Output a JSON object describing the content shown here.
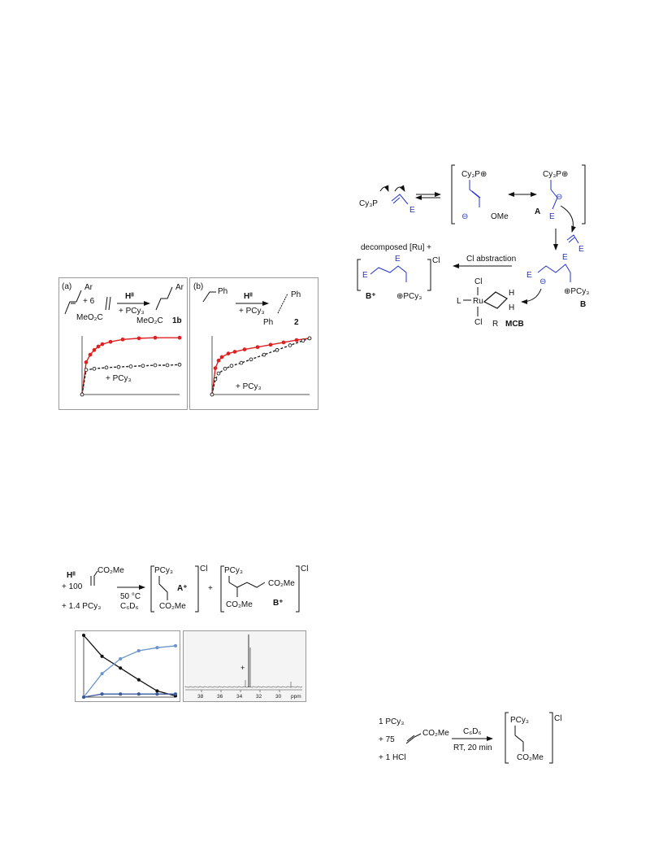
{
  "fig1": {
    "panel_a": {
      "tag": "(a)",
      "ar1": "Ar",
      "plus6": "+ 6",
      "meo2c": "MeO₂C",
      "cat": "Hᴵᴵ",
      "pcy3": "+ PCy₃",
      "ar2": "Ar",
      "meo2c2": "MeO₂C",
      "prod": "1b",
      "curve_label": "+ PCy₃"
    },
    "panel_b": {
      "tag": "(b)",
      "ph": "Ph",
      "cat": "Hᴵᴵ",
      "pcy3": "+ PCy₃",
      "ph2": "Ph",
      "ph3": "Ph",
      "prod": "2",
      "curve_label": "+ PCy₃"
    }
  },
  "chart_data": [
    {
      "type": "line",
      "series": [
        {
          "color": "#e02020",
          "style": "solid",
          "x": [
            0,
            1,
            2,
            3,
            4,
            5,
            7,
            10,
            14,
            18,
            24
          ],
          "y": [
            0,
            55,
            68,
            76,
            82,
            86,
            90,
            94,
            96,
            97,
            97
          ]
        },
        {
          "color": "#222222",
          "style": "dashed",
          "x": [
            0,
            1,
            3,
            6,
            9,
            12,
            15,
            18,
            21,
            24
          ],
          "y": [
            0,
            42,
            44,
            46,
            47,
            48,
            49,
            50,
            50,
            51
          ]
        }
      ],
      "xlim": [
        0,
        24
      ],
      "ylim": [
        0,
        100
      ]
    },
    {
      "type": "line",
      "series": [
        {
          "color": "#e02020",
          "style": "solid",
          "x": [
            0,
            1,
            2,
            3,
            5,
            7,
            10,
            14,
            18,
            22,
            26,
            30
          ],
          "y": [
            0,
            45,
            58,
            64,
            70,
            73,
            77,
            81,
            85,
            89,
            93,
            96
          ]
        },
        {
          "color": "#222222",
          "style": "dashed",
          "x": [
            0,
            1,
            2,
            4,
            6,
            9,
            12,
            16,
            20,
            24,
            28,
            30
          ],
          "y": [
            0,
            26,
            36,
            44,
            49,
            54,
            60,
            68,
            76,
            84,
            92,
            96
          ]
        }
      ],
      "xlim": [
        0,
        30
      ],
      "ylim": [
        0,
        100
      ]
    },
    {
      "type": "line",
      "series": [
        {
          "color": "#111111",
          "x": [
            0,
            1,
            2,
            3,
            4,
            5
          ],
          "y": [
            100,
            66,
            47,
            28,
            10,
            2
          ]
        },
        {
          "color": "#6a95c8",
          "x": [
            0,
            1,
            2,
            3,
            4,
            5
          ],
          "y": [
            0,
            38,
            62,
            75,
            80,
            83
          ]
        },
        {
          "color": "#3a5a9c",
          "x": [
            0,
            1,
            2,
            3,
            4,
            5
          ],
          "y": [
            0,
            5,
            5,
            5,
            5,
            5
          ]
        }
      ],
      "xlim": [
        0,
        5
      ],
      "ylim": [
        0,
        100
      ]
    },
    {
      "type": "line",
      "xlabel": "ppm",
      "ticks": [
        "38",
        "36",
        "34",
        "32",
        "30"
      ],
      "peak_label": "+"
    }
  ],
  "scheme_mech": {
    "cy3p": "Cy₃P",
    "e1": "E",
    "cy3p_plus": "Cy₃P⊕",
    "ominus": "⊖",
    "ome": "OMe",
    "cy3p_plus2": "Cy₃P⊕",
    "minus": "⊖",
    "e2": "E",
    "label_a": "A",
    "e3": "E",
    "decomposed": "decomposed [Ru]  +",
    "cl_abstraction": "Cl abstraction",
    "e4": "E",
    "e5": "E",
    "cl_right": "Cl",
    "pcy3_plus": "⊕PCy₃",
    "label_bplus": "B⁺",
    "e6": "E",
    "minus2": "⊖",
    "e7": "E",
    "pcy3_plus2": "⊕PCy₃",
    "label_b": "B",
    "cl_top": "Cl",
    "l": "L",
    "ru": "Ru",
    "h1": "H",
    "h2": "H",
    "cl_bot": "Cl",
    "r": "R",
    "mcb": "MCB"
  },
  "scheme_nmr": {
    "cat": "Hᴵᴵ",
    "co2me": "CO₂Me",
    "plus100": "+ 100",
    "cond_t": "50 °C",
    "cond_s": "C₆D₆",
    "plus14": "+ 1.4 PCy₃",
    "pcy3_a": "PCy₃",
    "a_plus": "A⁺",
    "co2me_a": "CO₂Me",
    "cl_a": "Cl",
    "plus": "+",
    "pcy3_b": "PCy₃",
    "co2me_b1": "CO₂Me",
    "co2me_b2": "CO₂Me",
    "b_plus": "B⁺",
    "cl_b": "Cl"
  },
  "scheme_hcl": {
    "pcy3": "1 PCy₃",
    "plus75": "+  75",
    "co2me": "CO₂Me",
    "hcl": "+ 1 HCl",
    "solvent": "C₆D₆",
    "cond": "RT, 20 min",
    "pcy3_p": "PCy₃",
    "co2me_p": "CO₂Me",
    "cl": "Cl"
  }
}
